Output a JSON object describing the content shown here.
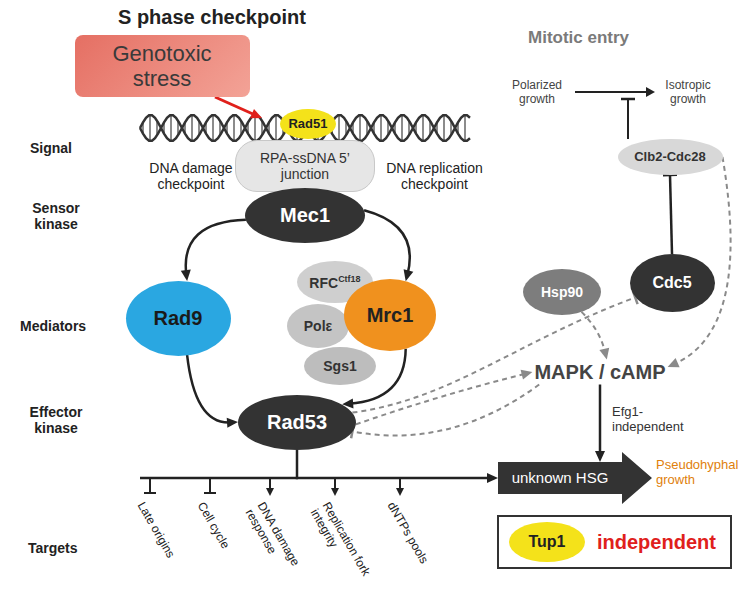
{
  "diagram": {
    "title": "S phase checkpoint",
    "nodes": [
      {
        "text": [
          "Genotoxic stress"
        ]
      },
      {
        "text": [
          "Rad51"
        ]
      },
      {
        "text": [
          "RPA-ssDNA 5’ junction"
        ]
      },
      {
        "text": [
          "Mec1"
        ]
      },
      {
        "text": [
          "Rad9"
        ]
      },
      {
        "text": [
          "RFC",
          "Ctf18"
        ]
      },
      {
        "text": [
          "Polε"
        ]
      },
      {
        "text": [
          "Mrc1"
        ]
      },
      {
        "text": [
          "Sgs1"
        ]
      },
      {
        "text": [
          "Rad53"
        ]
      },
      {
        "text": [
          "Clb2-Cdc28"
        ]
      },
      {
        "text": [
          "Cdc5"
        ]
      },
      {
        "text": [
          "Hsp90"
        ]
      },
      {
        "text": [
          "MAPK / cAMP"
        ]
      },
      {
        "text": [
          "unknown HSG"
        ]
      },
      {
        "text": [
          "independent"
        ]
      },
      {
        "text": [
          "Tup1"
        ],
        "in": 15
      }
    ],
    "edges": [
      {
        "from": 3,
        "to": 4,
        "arrow": "to"
      },
      {
        "from": 3,
        "to": 7,
        "arrow": "to"
      },
      {
        "from": 4,
        "to": 9,
        "arrow": "to"
      },
      {
        "from": 7,
        "to": 9,
        "arrow": "to"
      },
      {
        "from": 9,
        "to": 14,
        "arrow": "to"
      },
      {
        "from": 9,
        "to": 13,
        "arrow": "to"
      },
      {
        "from": 13,
        "to": 9,
        "arrow": "to"
      },
      {
        "from": 9,
        "to": 11,
        "arrow": "to"
      },
      {
        "from": 11,
        "to": 10,
        "arrow": "to"
      },
      {
        "from": 10,
        "to": 13,
        "arrow": "to"
      },
      {
        "from": 12,
        "to": 13,
        "arrow": "to"
      },
      {
        "from": 13,
        "to": 14,
        "label": "Efg1-independent",
        "arrow": "to"
      }
    ],
    "labels": [
      "Mitotic entry",
      "Signal",
      "Sensor kinase",
      "Mediators",
      "Effector kinase",
      "Targets",
      "DNA damage checkpoint",
      "DNA replication checkpoint",
      "Polarized growth",
      "Isotropic growth",
      "Late origins",
      "Cell cycle",
      "DNA damage response",
      "Replication fork integrity",
      "dNTPs pools",
      "Pseudohyphal growth"
    ]
  }
}
